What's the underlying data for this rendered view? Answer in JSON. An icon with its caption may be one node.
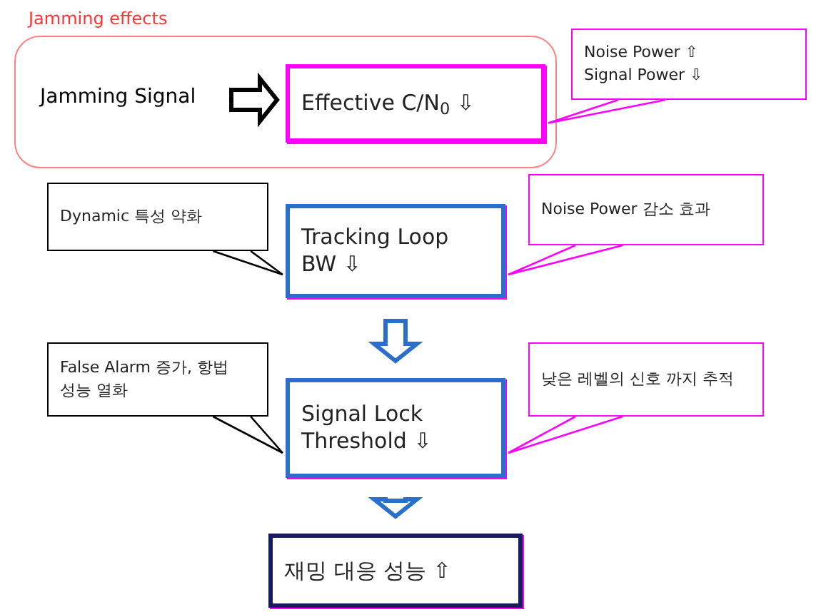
{
  "diagram": {
    "nodes": [
      {
        "text": [
          "Jamming effects"
        ]
      },
      {
        "text": [
          "Jamming Signal"
        ],
        "in": 0
      },
      {
        "text": [
          "Effective C/N$_{0}$ ⇩"
        ],
        "in": 0
      },
      {
        "text": [
          "Noise Power ⇧",
          "Signal Power ⇩"
        ]
      },
      {
        "text": [
          "Dynamic 특성 약화"
        ]
      },
      {
        "text": [
          "Tracking Loop BW ⇩"
        ]
      },
      {
        "text": [
          "Noise Power 감소 효과"
        ]
      },
      {
        "text": [
          "False Alarm 증가, 항법 성능 열화"
        ]
      },
      {
        "text": [
          "Signal Lock Threshold ⇩"
        ]
      },
      {
        "text": [
          "낮은 레벨의 신호 까지 추적"
        ]
      },
      {
        "text": [
          "재밍 대응 성능 ⇧"
        ]
      }
    ],
    "edges": [
      {
        "from": 1,
        "to": 2,
        "arrow": "to",
        "style": "thick",
        "color": "#000000"
      },
      {
        "from": 3,
        "to": 2,
        "arrow": "none",
        "color": "#ff00ff"
      },
      {
        "from": 4,
        "to": 5,
        "arrow": "none",
        "color": "#000000"
      },
      {
        "from": 6,
        "to": 5,
        "arrow": "none",
        "color": "#ff00ff"
      },
      {
        "from": 5,
        "to": 8,
        "arrow": "to",
        "style": "thick",
        "color": "#2a6fc9"
      },
      {
        "from": 7,
        "to": 8,
        "arrow": "none",
        "color": "#000000"
      },
      {
        "from": 9,
        "to": 8,
        "arrow": "none",
        "color": "#ff00ff"
      },
      {
        "from": 8,
        "to": 10,
        "arrow": "to",
        "style": "thick",
        "color": "#2a6fc9"
      }
    ]
  }
}
